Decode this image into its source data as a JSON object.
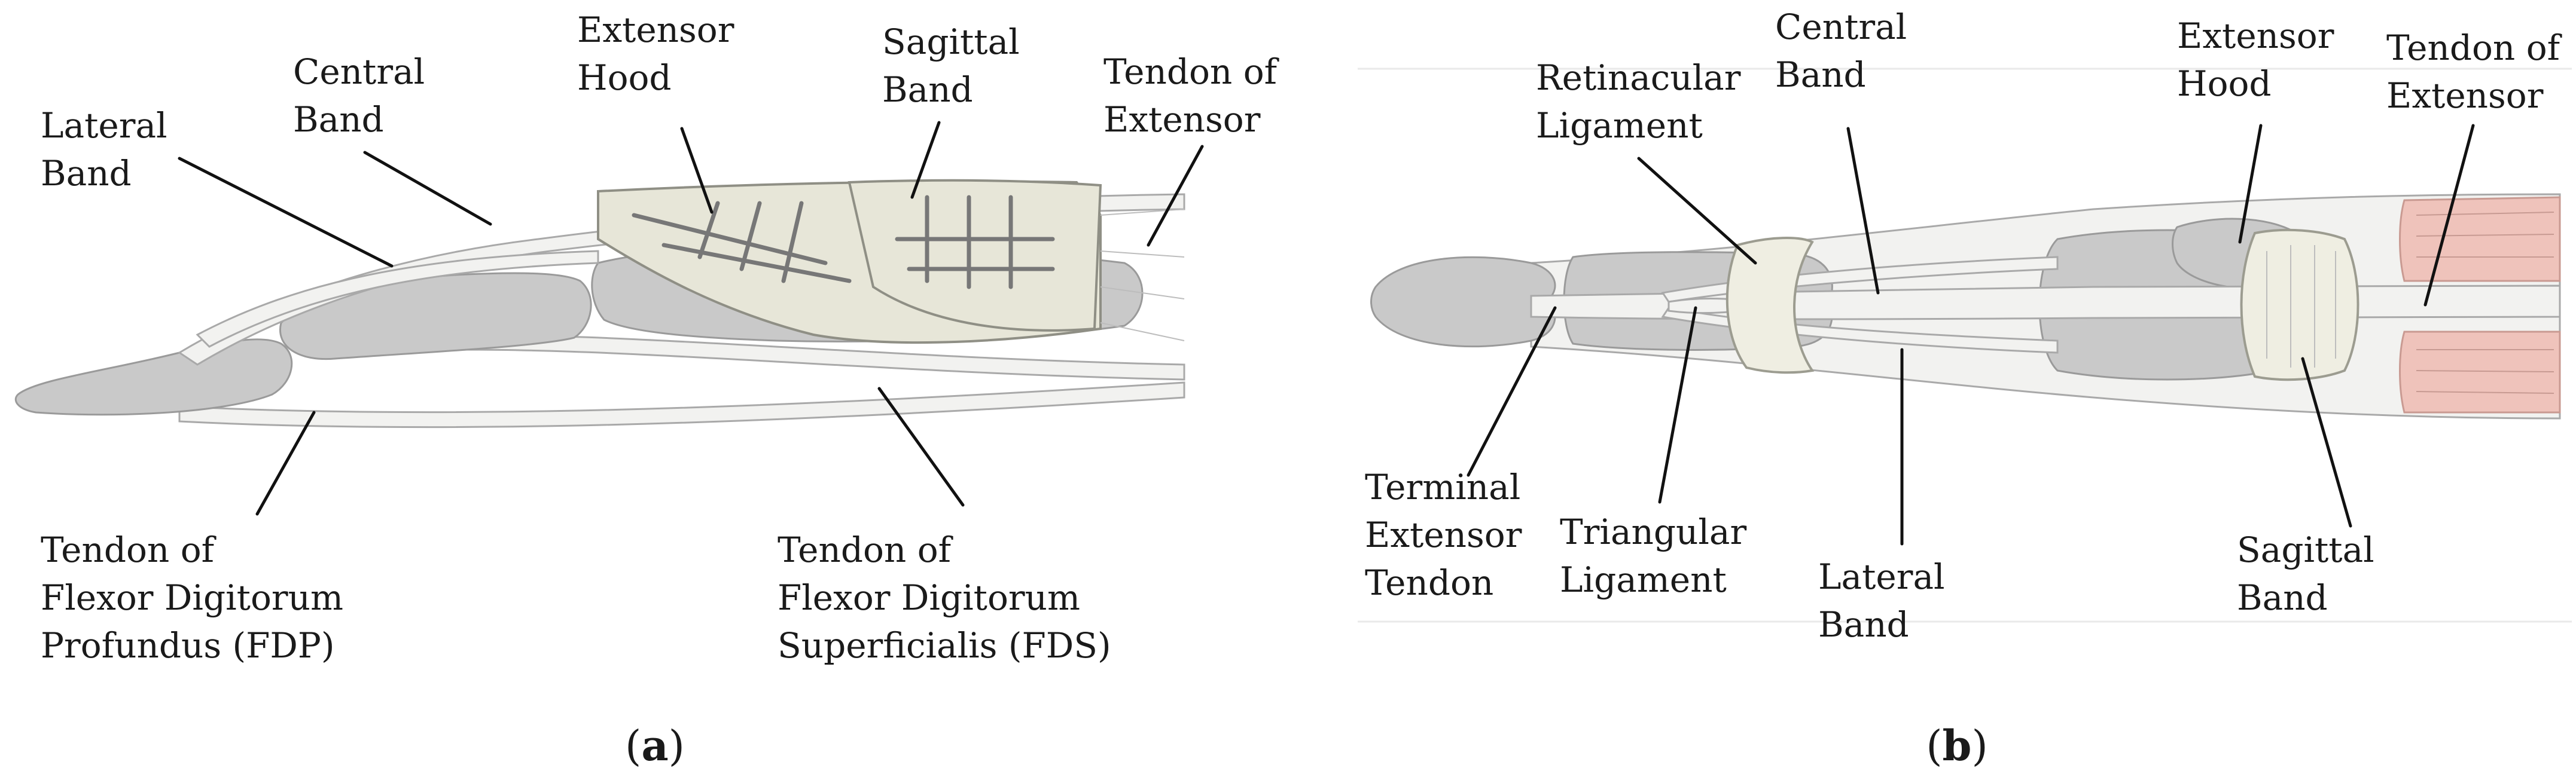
{
  "panel_a": {
    "caption_open": "(",
    "caption_letter": "a",
    "caption_close": ")",
    "labels": {
      "lateral_band": [
        "Lateral",
        "Band"
      ],
      "central_band": [
        "Central",
        "Band"
      ],
      "extensor_hood": [
        "Extensor",
        "Hood"
      ],
      "sagittal_band": [
        "Sagittal",
        "Band"
      ],
      "tendon_of_extensor": [
        "Tendon of",
        "Extensor"
      ],
      "fdp": [
        "Tendon of",
        "Flexor Digitorum",
        "Profundus (FDP)"
      ],
      "fds": [
        "Tendon of",
        "Flexor Digitorum",
        "Superficialis (FDS)"
      ]
    }
  },
  "panel_b": {
    "caption_open": "(",
    "caption_letter": "b",
    "caption_close": ")",
    "labels": {
      "retinacular_ligament": [
        "Retinacular",
        "Ligament"
      ],
      "central_band": [
        "Central",
        "Band"
      ],
      "extensor_hood": [
        "Extensor",
        "Hood"
      ],
      "tendon_of_extensor": [
        "Tendon of",
        "Extensor"
      ],
      "terminal_extensor_tendon": [
        "Terminal",
        "Extensor",
        "Tendon"
      ],
      "triangular_ligament": [
        "Triangular",
        "Ligament"
      ],
      "lateral_band": [
        "Lateral",
        "Band"
      ],
      "sagittal_band": [
        "Sagittal",
        "Band"
      ]
    }
  },
  "colors": {
    "bone": "#c9c9c9",
    "tendon": "#f2f2f0",
    "hood": "#e7e6d8",
    "muscle": "#efc3bb",
    "text": "#1a1a1a"
  }
}
